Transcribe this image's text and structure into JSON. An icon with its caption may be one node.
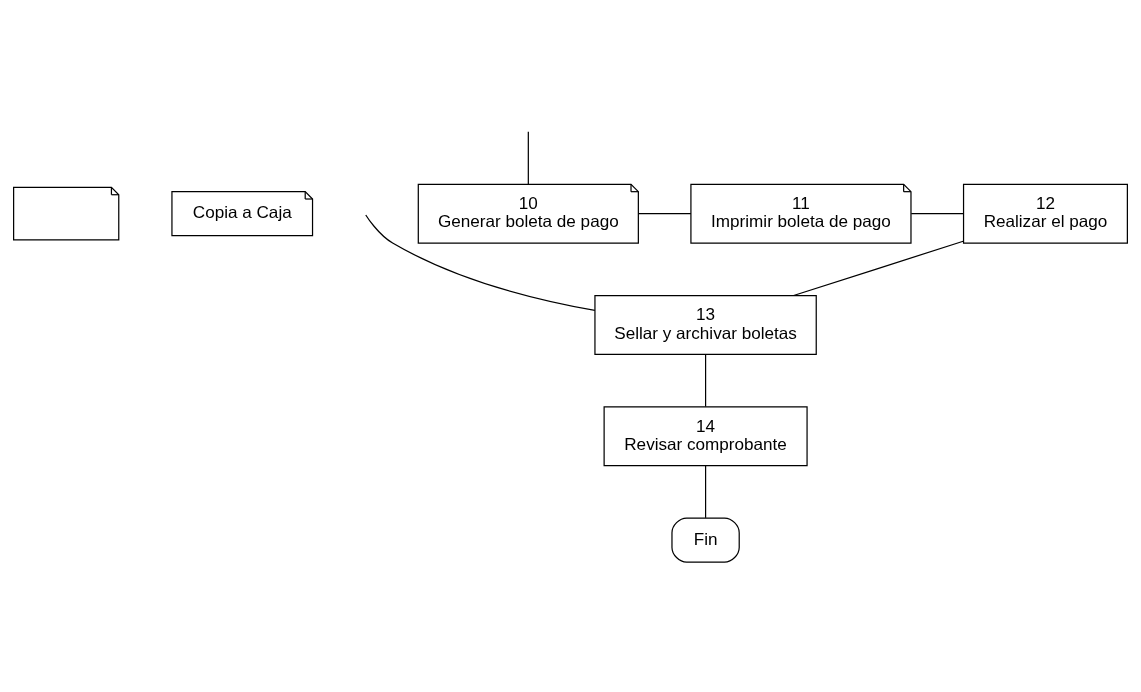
{
  "diagram": {
    "nodes": [
      {
        "text": [],
        "shape": "document"
      },
      {
        "text": [
          "Copia a Caja"
        ]
      },
      {
        "text": [
          "11",
          "Imprimir boleta de pago"
        ]
      },
      {
        "text": [
          "10",
          "Generar boleta de pago"
        ]
      },
      {
        "text": [
          "12",
          "Realizar el pago"
        ]
      },
      {
        "text": [
          "13",
          "Sellar y archivar boletas"
        ]
      },
      {
        "text": [
          "14",
          "Revisar comprobante"
        ]
      },
      {
        "text": [
          "Fin"
        ]
      }
    ],
    "edges": [
      {
        "from": null,
        "to": 3,
        "arrow": "none"
      },
      {
        "from": 3,
        "to": 2,
        "arrow": "none"
      },
      {
        "from": 2,
        "to": 4,
        "arrow": "none"
      },
      {
        "from": 4,
        "to": 5,
        "arrow": "none"
      },
      {
        "from": null,
        "to": 5,
        "arrow": "none"
      },
      {
        "from": 5,
        "to": 6,
        "arrow": "none"
      },
      {
        "from": 6,
        "to": 7,
        "arrow": "none"
      }
    ]
  }
}
